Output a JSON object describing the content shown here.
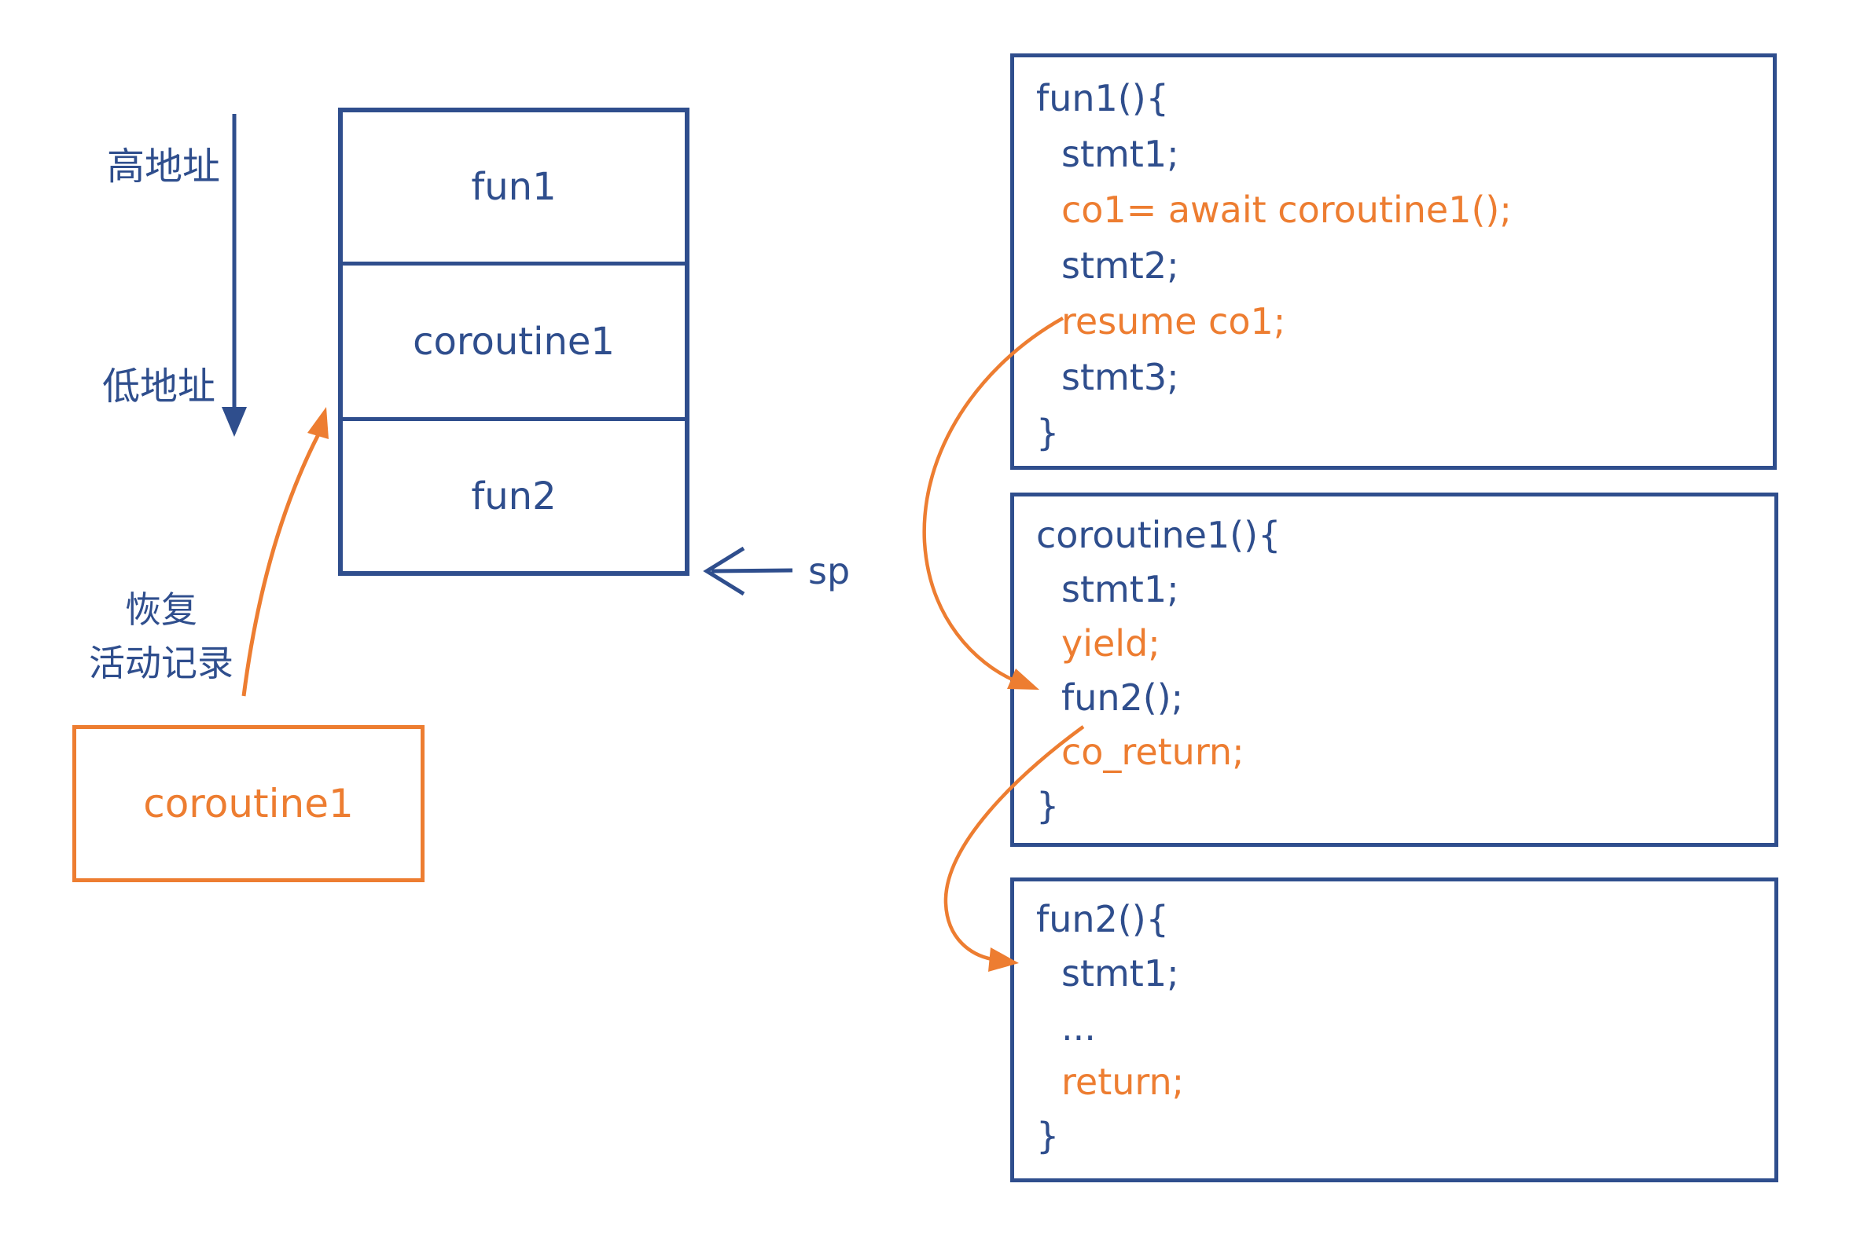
{
  "colors": {
    "blue": "#2F4E8D",
    "orange": "#ED7D31"
  },
  "left_panel": {
    "high_address_label": "高地址",
    "low_address_label": "低地址",
    "restore_note_line1": "恢复",
    "restore_note_line2": "活动记录",
    "sp_label": "sp",
    "stack": {
      "frames": [
        {
          "label": "fun1"
        },
        {
          "label": "coroutine1"
        },
        {
          "label": "fun2"
        }
      ]
    },
    "coroutine_box": {
      "label": "coroutine1"
    }
  },
  "code_panel": {
    "boxes": [
      {
        "id": "fun1",
        "lines": [
          {
            "text": "fun1(){",
            "color": "blue"
          },
          {
            "text": "stmt1;",
            "color": "blue"
          },
          {
            "text": "co1= await coroutine1();",
            "color": "orange"
          },
          {
            "text": "stmt2;",
            "color": "blue"
          },
          {
            "text": "resume co1;",
            "color": "orange"
          },
          {
            "text": "stmt3;",
            "color": "blue"
          },
          {
            "text": "}",
            "color": "blue"
          }
        ]
      },
      {
        "id": "coroutine1",
        "lines": [
          {
            "text": "coroutine1(){",
            "color": "blue"
          },
          {
            "text": "stmt1;",
            "color": "blue"
          },
          {
            "text": "yield;",
            "color": "orange"
          },
          {
            "text": "fun2();",
            "color": "blue"
          },
          {
            "text": "co_return;",
            "color": "orange"
          },
          {
            "text": "}",
            "color": "blue"
          }
        ]
      },
      {
        "id": "fun2",
        "lines": [
          {
            "text": "fun2(){",
            "color": "blue"
          },
          {
            "text": "stmt1;",
            "color": "blue"
          },
          {
            "text": "...",
            "color": "blue"
          },
          {
            "text": "return;",
            "color": "orange"
          },
          {
            "text": "}",
            "color": "blue"
          }
        ]
      }
    ]
  }
}
